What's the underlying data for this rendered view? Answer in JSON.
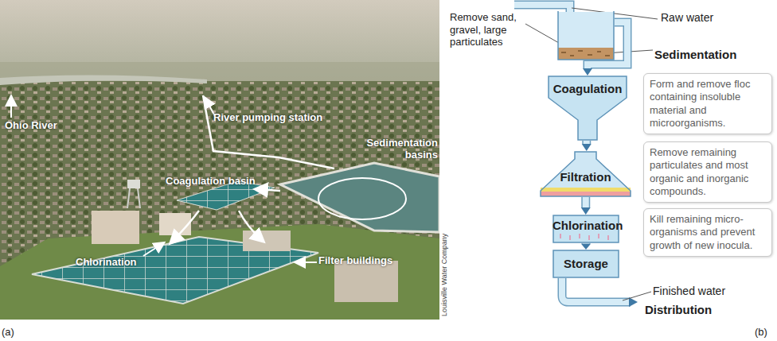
{
  "diagram": {
    "nodes": [
      {
        "text": [
          "Sedimentation"
        ]
      },
      {
        "text": [
          "Coagulation"
        ]
      },
      {
        "text": [
          "Form and remove floc containing insoluble material and microorganisms."
        ]
      },
      {
        "text": [
          "Filtration"
        ]
      },
      {
        "text": [
          "Remove remaining particulates and most organic and inorganic compounds."
        ]
      },
      {
        "text": [
          "Chlorination"
        ]
      },
      {
        "text": [
          "Kill remaining micro-organisms and prevent growth of new inocula."
        ]
      },
      {
        "text": [
          "Storage"
        ]
      }
    ],
    "edges": [
      {
        "from": 0,
        "to": 1,
        "arrow": "to"
      },
      {
        "from": 1,
        "to": 3,
        "arrow": "to"
      },
      {
        "from": 3,
        "to": 5,
        "arrow": "to"
      },
      {
        "from": 5,
        "to": 7,
        "arrow": "to"
      }
    ],
    "labels": [
      "Ohio River",
      "River pumping station",
      "Coagulation basin",
      "Sedimentation basins",
      "Chlorination",
      "Filter buildings",
      "Louisville Water Company",
      "(a)",
      "Remove sand, gravel, large particulates",
      "Raw water",
      "Finished water",
      "Distribution",
      "(b)"
    ]
  }
}
